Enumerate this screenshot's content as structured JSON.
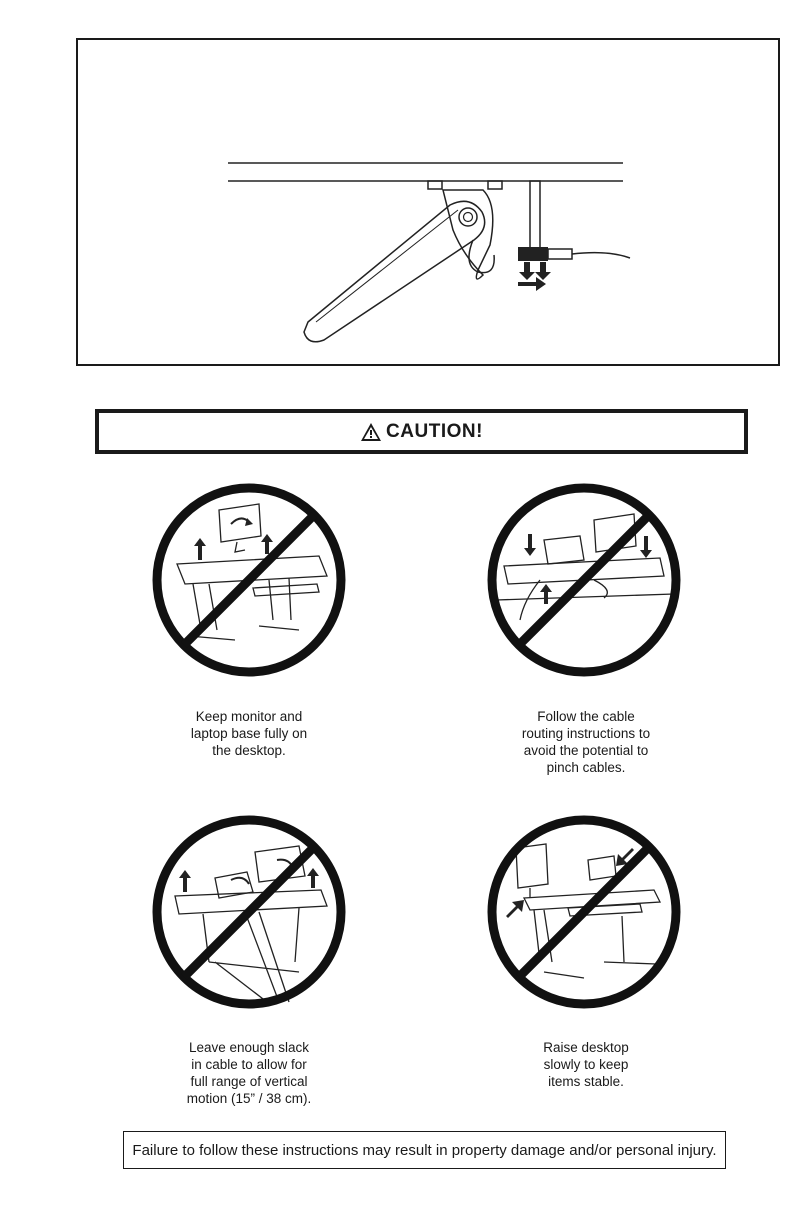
{
  "caution": {
    "title": "CAUTION!",
    "icon": "warning-triangle-icon"
  },
  "warnings": [
    {
      "text": "Keep monitor and\nlaptop base fully on\nthe desktop.",
      "illustration": "prohibited-icon"
    },
    {
      "text": "Follow the cable\nrouting instructions to\navoid the potential to\npinch cables.",
      "illustration": "prohibited-icon"
    },
    {
      "text": "Leave enough slack\nin cable to allow for\nfull range of vertical\nmotion (15” / 38 cm).",
      "illustration": "prohibited-icon"
    },
    {
      "text": "Raise desktop\nslowly to keep\nitems stable.",
      "illustration": "prohibited-icon"
    }
  ],
  "footer": {
    "text": "Failure to follow these instructions may result in property damage and/or personal injury."
  }
}
